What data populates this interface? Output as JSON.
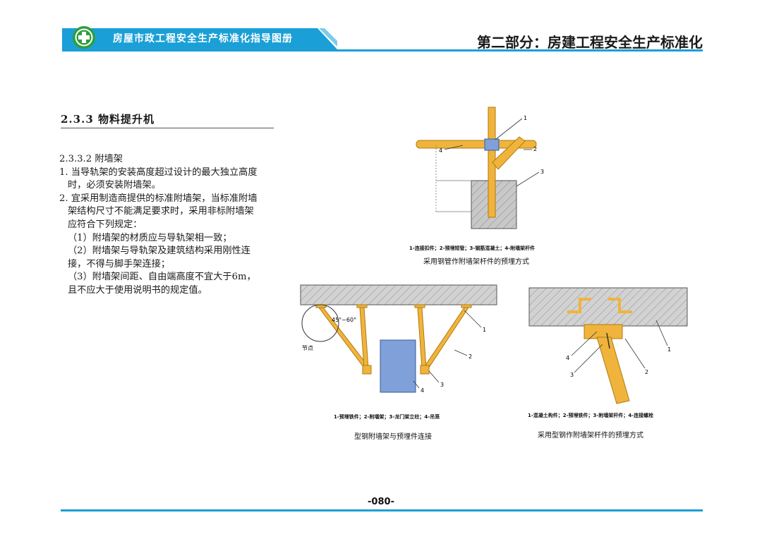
{
  "header": {
    "book_title": "房屋市政工程安全生产标准化指导图册",
    "part_title": "第二部分：房建工程安全生产标准化"
  },
  "section": {
    "heading": "2.3.3 物料提升机",
    "subheading": "2.3.3.2 附墙架",
    "item1_line1": "1. 当导轨架的安装高度超过设计的最大独立高度",
    "item1_line2": "时，必须安装附墙架。",
    "item2_line1": "2. 宜采用制造商提供的标准附墙架，当标准附墙",
    "item2_line2": "架结构尺寸不能满足要求时，采用非标附墙架",
    "item2_line3": "应符合下列规定：",
    "sub1": "（1）附墙架的材质应与导轨架相一致；",
    "sub2_line1": "（2）附墙架与导轨架及建筑结构采用刚性连",
    "sub2_line2": "接，不得与脚手架连接；",
    "sub3_line1": "（3）附墙架间距、自由端高度不宜大于6m，",
    "sub3_line2": "且不应大于使用说明书的规定值。"
  },
  "figures": {
    "fig1": {
      "legend": "1-连接扣件；2-预埋短管；3-钢筋混凝土；4-附墙架杆件",
      "caption": "采用钢管作附墙架杆件的预埋方式",
      "labels": [
        "1",
        "2",
        "3",
        "4"
      ]
    },
    "fig2": {
      "legend": "1-预埋铁件；2-附墙架；3-龙门架立柱；4-吊笼",
      "caption": "型钢附墙架与预埋件连接",
      "angle_label": "45°~60°",
      "node_label": "节点",
      "labels": [
        "1",
        "2",
        "3",
        "4"
      ]
    },
    "fig3": {
      "legend": "1-混凝土构件；2-预埋铁件；3-附墙架杆件；4-连接螺栓",
      "caption": "采用型钢作附墙架杆件的预埋方式",
      "labels": [
        "1",
        "2",
        "3",
        "4"
      ]
    }
  },
  "footer": {
    "page_number": "-080-"
  },
  "colors": {
    "accent_blue": "#1a9fd6",
    "steel_yellow": "#f0b43c",
    "cage_blue": "#7fa0d8",
    "logo_green": "#2e9e3e"
  }
}
